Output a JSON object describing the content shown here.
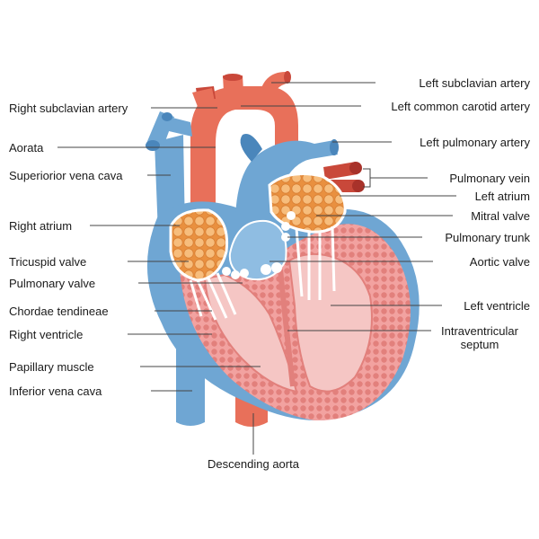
{
  "left_labels": {
    "right_subclavian_artery": "Right subclavian artery",
    "aorata": "Aorata",
    "superior_vena_cava": "Superiorior vena cava",
    "right_atrium": "Right atrium",
    "tricuspid_valve": "Tricuspid valve",
    "pulmonary_valve": "Pulmonary valve",
    "chordae_tendineae": "Chordae tendineae",
    "right_ventricle": "Right ventricle",
    "papillary_muscle": "Papillary muscle",
    "inferior_vena_cava": "Inferior vena cava"
  },
  "right_labels": {
    "left_subclavian_artery": "Left subclavian artery",
    "left_common_carotid_artery": "Left common carotid artery",
    "left_pulmonary_artery": "Left pulmonary artery",
    "pulmonary_vein": "Pulmonary vein",
    "left_atrium": "Left atrium",
    "mitral_valve": "Mitral valve",
    "pulmonary_trunk": "Pulmonary trunk",
    "aortic_valve": "Aortic valve",
    "left_ventricle": "Left ventricle",
    "intraventricular_septum_line1": "Intraventricular",
    "intraventricular_septum_line2": "septum"
  },
  "bottom_labels": {
    "descending_aorta": "Descending aorta"
  },
  "colors": {
    "artery": "#e8705a",
    "artery_dark": "#c9483a",
    "vein": "#6fa6d3",
    "vein_dark": "#4a86bb",
    "myocardium": "#f2a2a0",
    "myocardium_dark": "#e2807c",
    "atrium_fill": "#f2a865",
    "leader_line": "#444444"
  }
}
